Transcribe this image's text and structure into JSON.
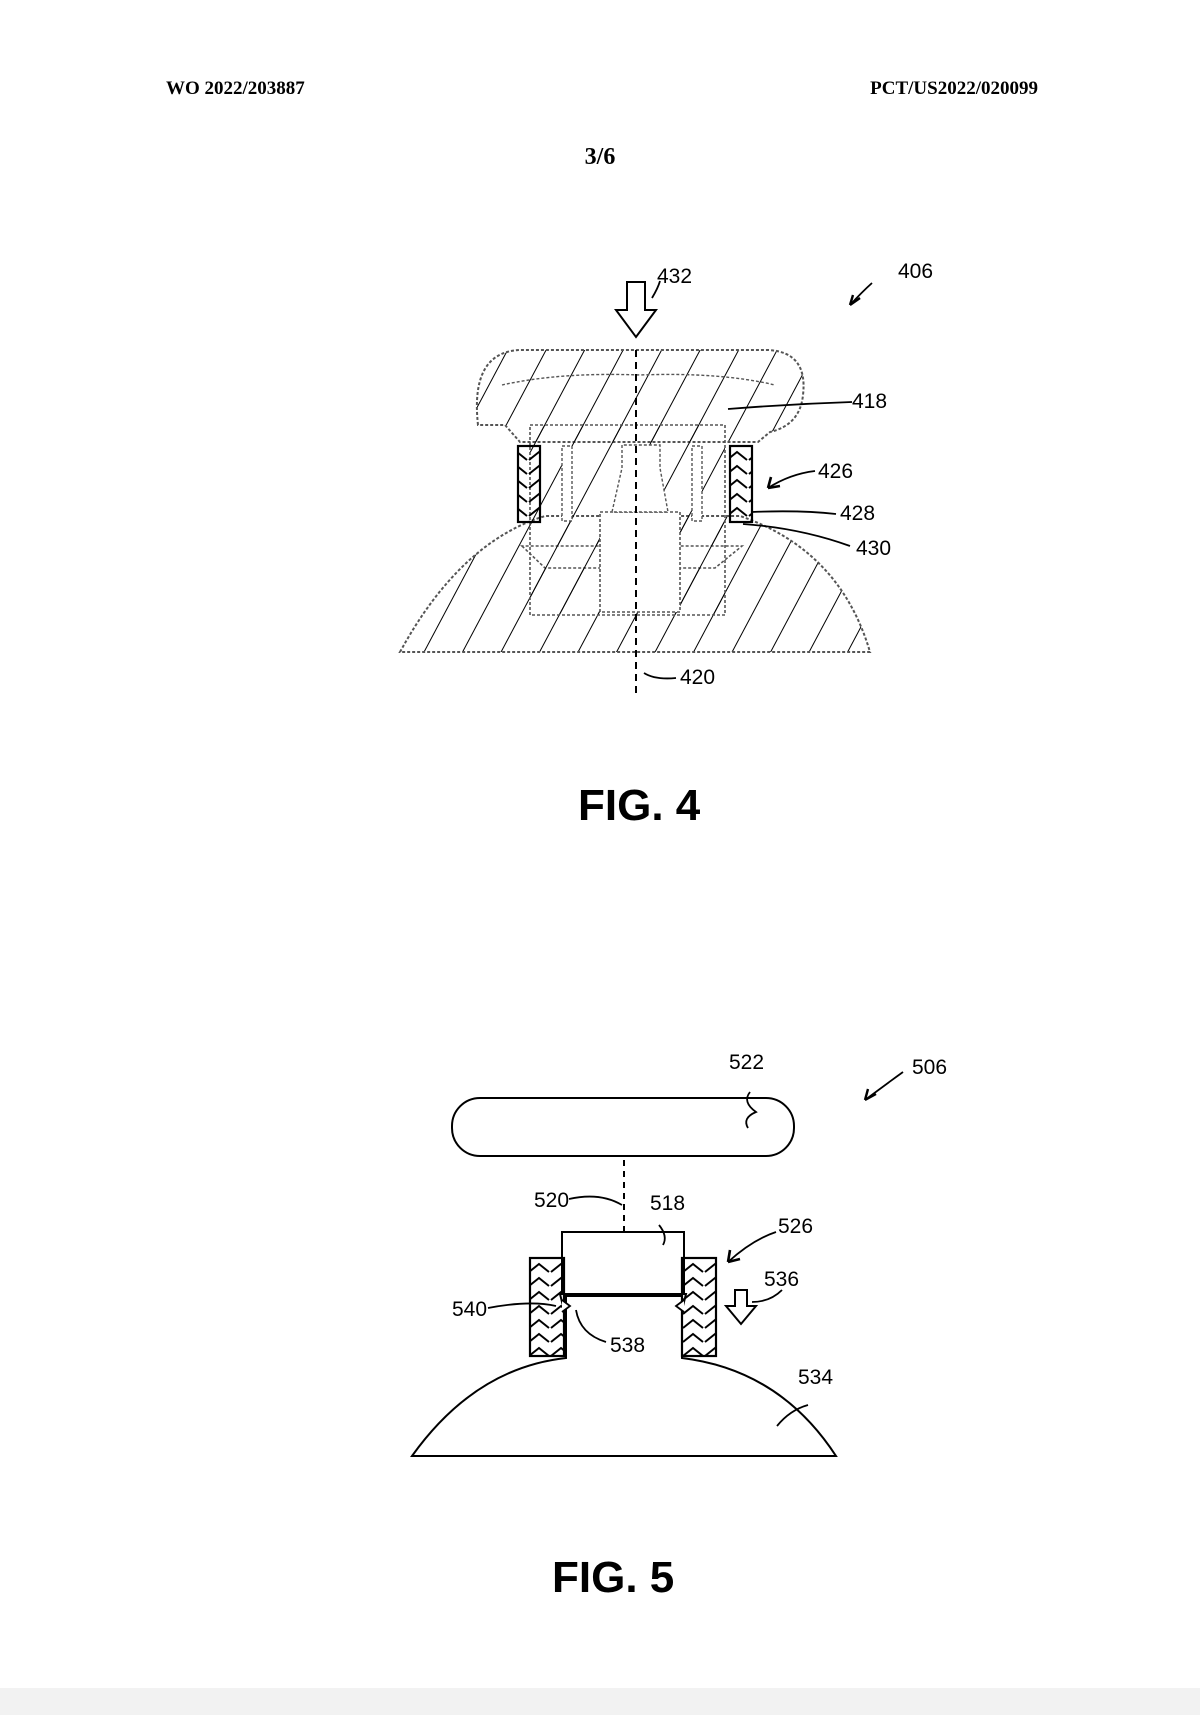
{
  "header": {
    "publication_number": "WO 2022/203887",
    "application_number": "PCT/US2022/020099",
    "sheet": "3/6"
  },
  "figures": [
    {
      "label": "FIG. 4",
      "refs": {
        "r406": "406",
        "r432": "432",
        "r418": "418",
        "r426": "426",
        "r428": "428",
        "r430": "430",
        "r420": "420"
      }
    },
    {
      "label": "FIG. 5",
      "refs": {
        "r506": "506",
        "r522": "522",
        "r520": "520",
        "r518": "518",
        "r526": "526",
        "r536": "536",
        "r540": "540",
        "r538": "538",
        "r534": "534"
      }
    }
  ]
}
